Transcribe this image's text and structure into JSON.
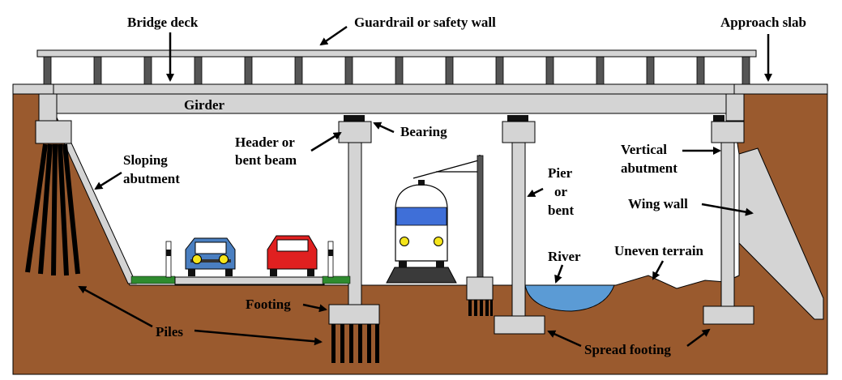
{
  "labels": {
    "bridge_deck": "Bridge deck",
    "guardrail": "Guardrail or safety wall",
    "approach_slab": "Approach slab",
    "girder": "Girder",
    "bearing": "Bearing",
    "header_line1": "Header or",
    "header_line2": "bent beam",
    "sloping_line1": "Sloping",
    "sloping_line2": "abutment",
    "pier_line1": "Pier",
    "pier_line2": "or",
    "pier_line3": "bent",
    "vertical_line1": "Vertical",
    "vertical_line2": "abutment",
    "wing_wall": "Wing wall",
    "river": "River",
    "uneven_terrain": "Uneven terrain",
    "footing": "Footing",
    "piles": "Piles",
    "spread_footing": "Spread footing"
  },
  "colors": {
    "soil": "#9a5a2e",
    "concrete": "#d4d4d4",
    "outline": "#000000",
    "water": "#5b9bd5",
    "grass": "#2e8b2e",
    "car_blue": "#4a7fc1",
    "car_red": "#e02020",
    "train_stripe": "#3f6fd8",
    "headlight": "#f5e51b",
    "track_bed": "#3a3a3a",
    "post_dark": "#555555"
  }
}
